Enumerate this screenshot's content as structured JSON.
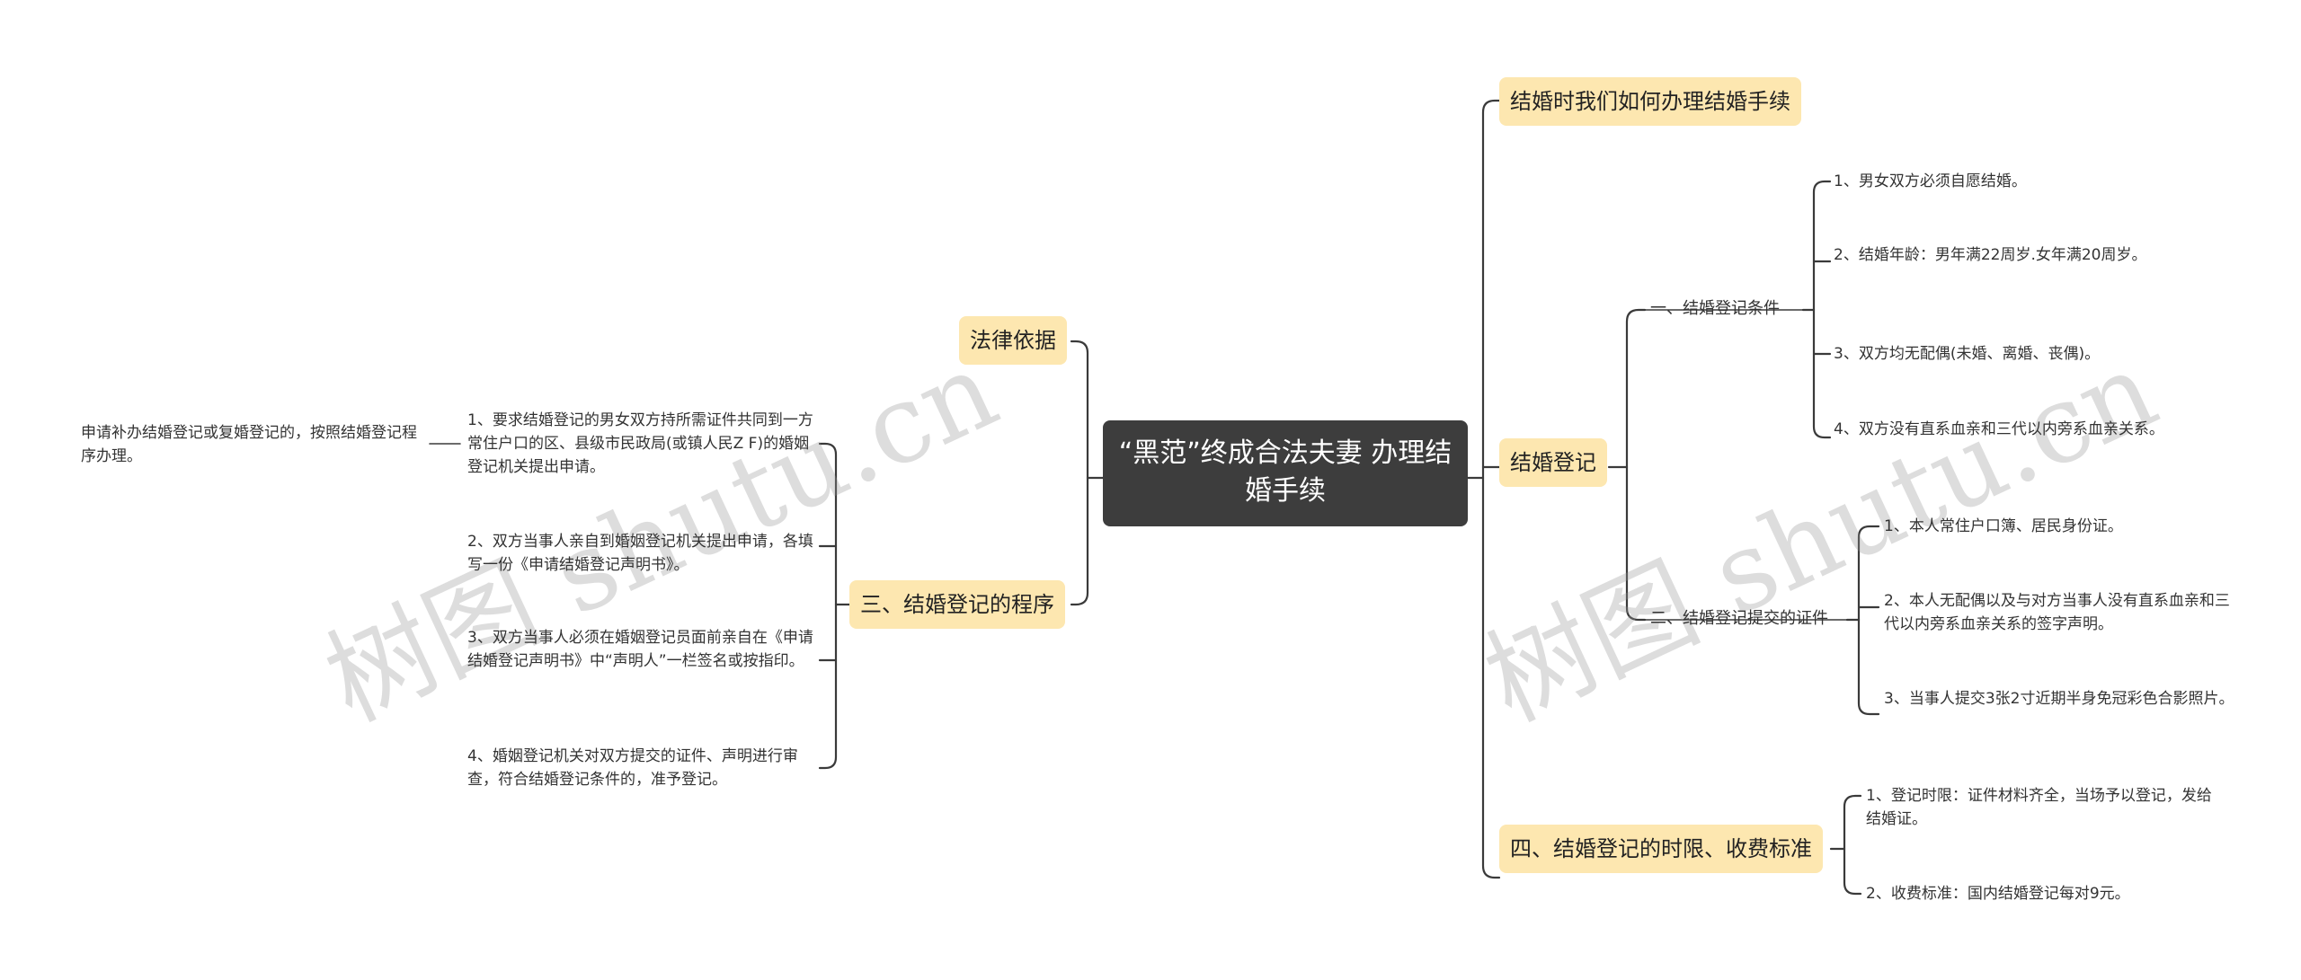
{
  "root": {
    "title": "“黑范”终成合法夫妻 办理结婚手续"
  },
  "right": {
    "how": {
      "label": "结婚时我们如何办理结婚手续"
    },
    "register": {
      "label": "结婚登记",
      "conditions": {
        "label": "一、结婚登记条件",
        "items": [
          "1、男女双方必须自愿结婚。",
          "2、结婚年龄：男年满22周岁.女年满20周岁。",
          "3、双方均无配偶(未婚、离婚、丧偶)。",
          "4、双方没有直系血亲和三代以内旁系血亲关系。"
        ]
      },
      "documents": {
        "label": "二、结婚登记提交的证件",
        "items": [
          "1、本人常住户口簿、居民身份证。",
          "2、本人无配偶以及与对方当事人没有直系血亲和三代以内旁系血亲关系的签字声明。",
          "3、当事人提交3张2寸近期半身免冠彩色合影照片。"
        ]
      }
    },
    "timing": {
      "label": "四、结婚登记的时限、收费标准",
      "items": [
        "1、登记时限：证件材料齐全，当场予以登记，发给结婚证。",
        "2、收费标准：国内结婚登记每对9元。"
      ]
    }
  },
  "left": {
    "legal": {
      "label": "法律依据"
    },
    "procedure": {
      "label": "三、结婚登记的程序",
      "items": [
        "1、要求结婚登记的男女双方持所需证件共同到一方常住户口的区、县级市民政局(或镇人民Z F)的婚姻登记机关提出申请。",
        "2、双方当事人亲自到婚姻登记机关提出申请，各填写一份《申请结婚登记声明书》。",
        "3、双方当事人必须在婚姻登记员面前亲自在《申请结婚登记声明书》中“声明人”一栏签名或按指印。",
        "4、婚姻登记机关对双方提交的证件、声明进行审查，符合结婚登记条件的，准予登记。"
      ],
      "note": "申请补办结婚登记或复婚登记的，按照结婚登记程序办理。"
    }
  },
  "watermark": "树图 shutu.cn",
  "colors": {
    "root_bg": "#3d3d3d",
    "branch_bg": "#fde7b0",
    "line": "#333333"
  }
}
